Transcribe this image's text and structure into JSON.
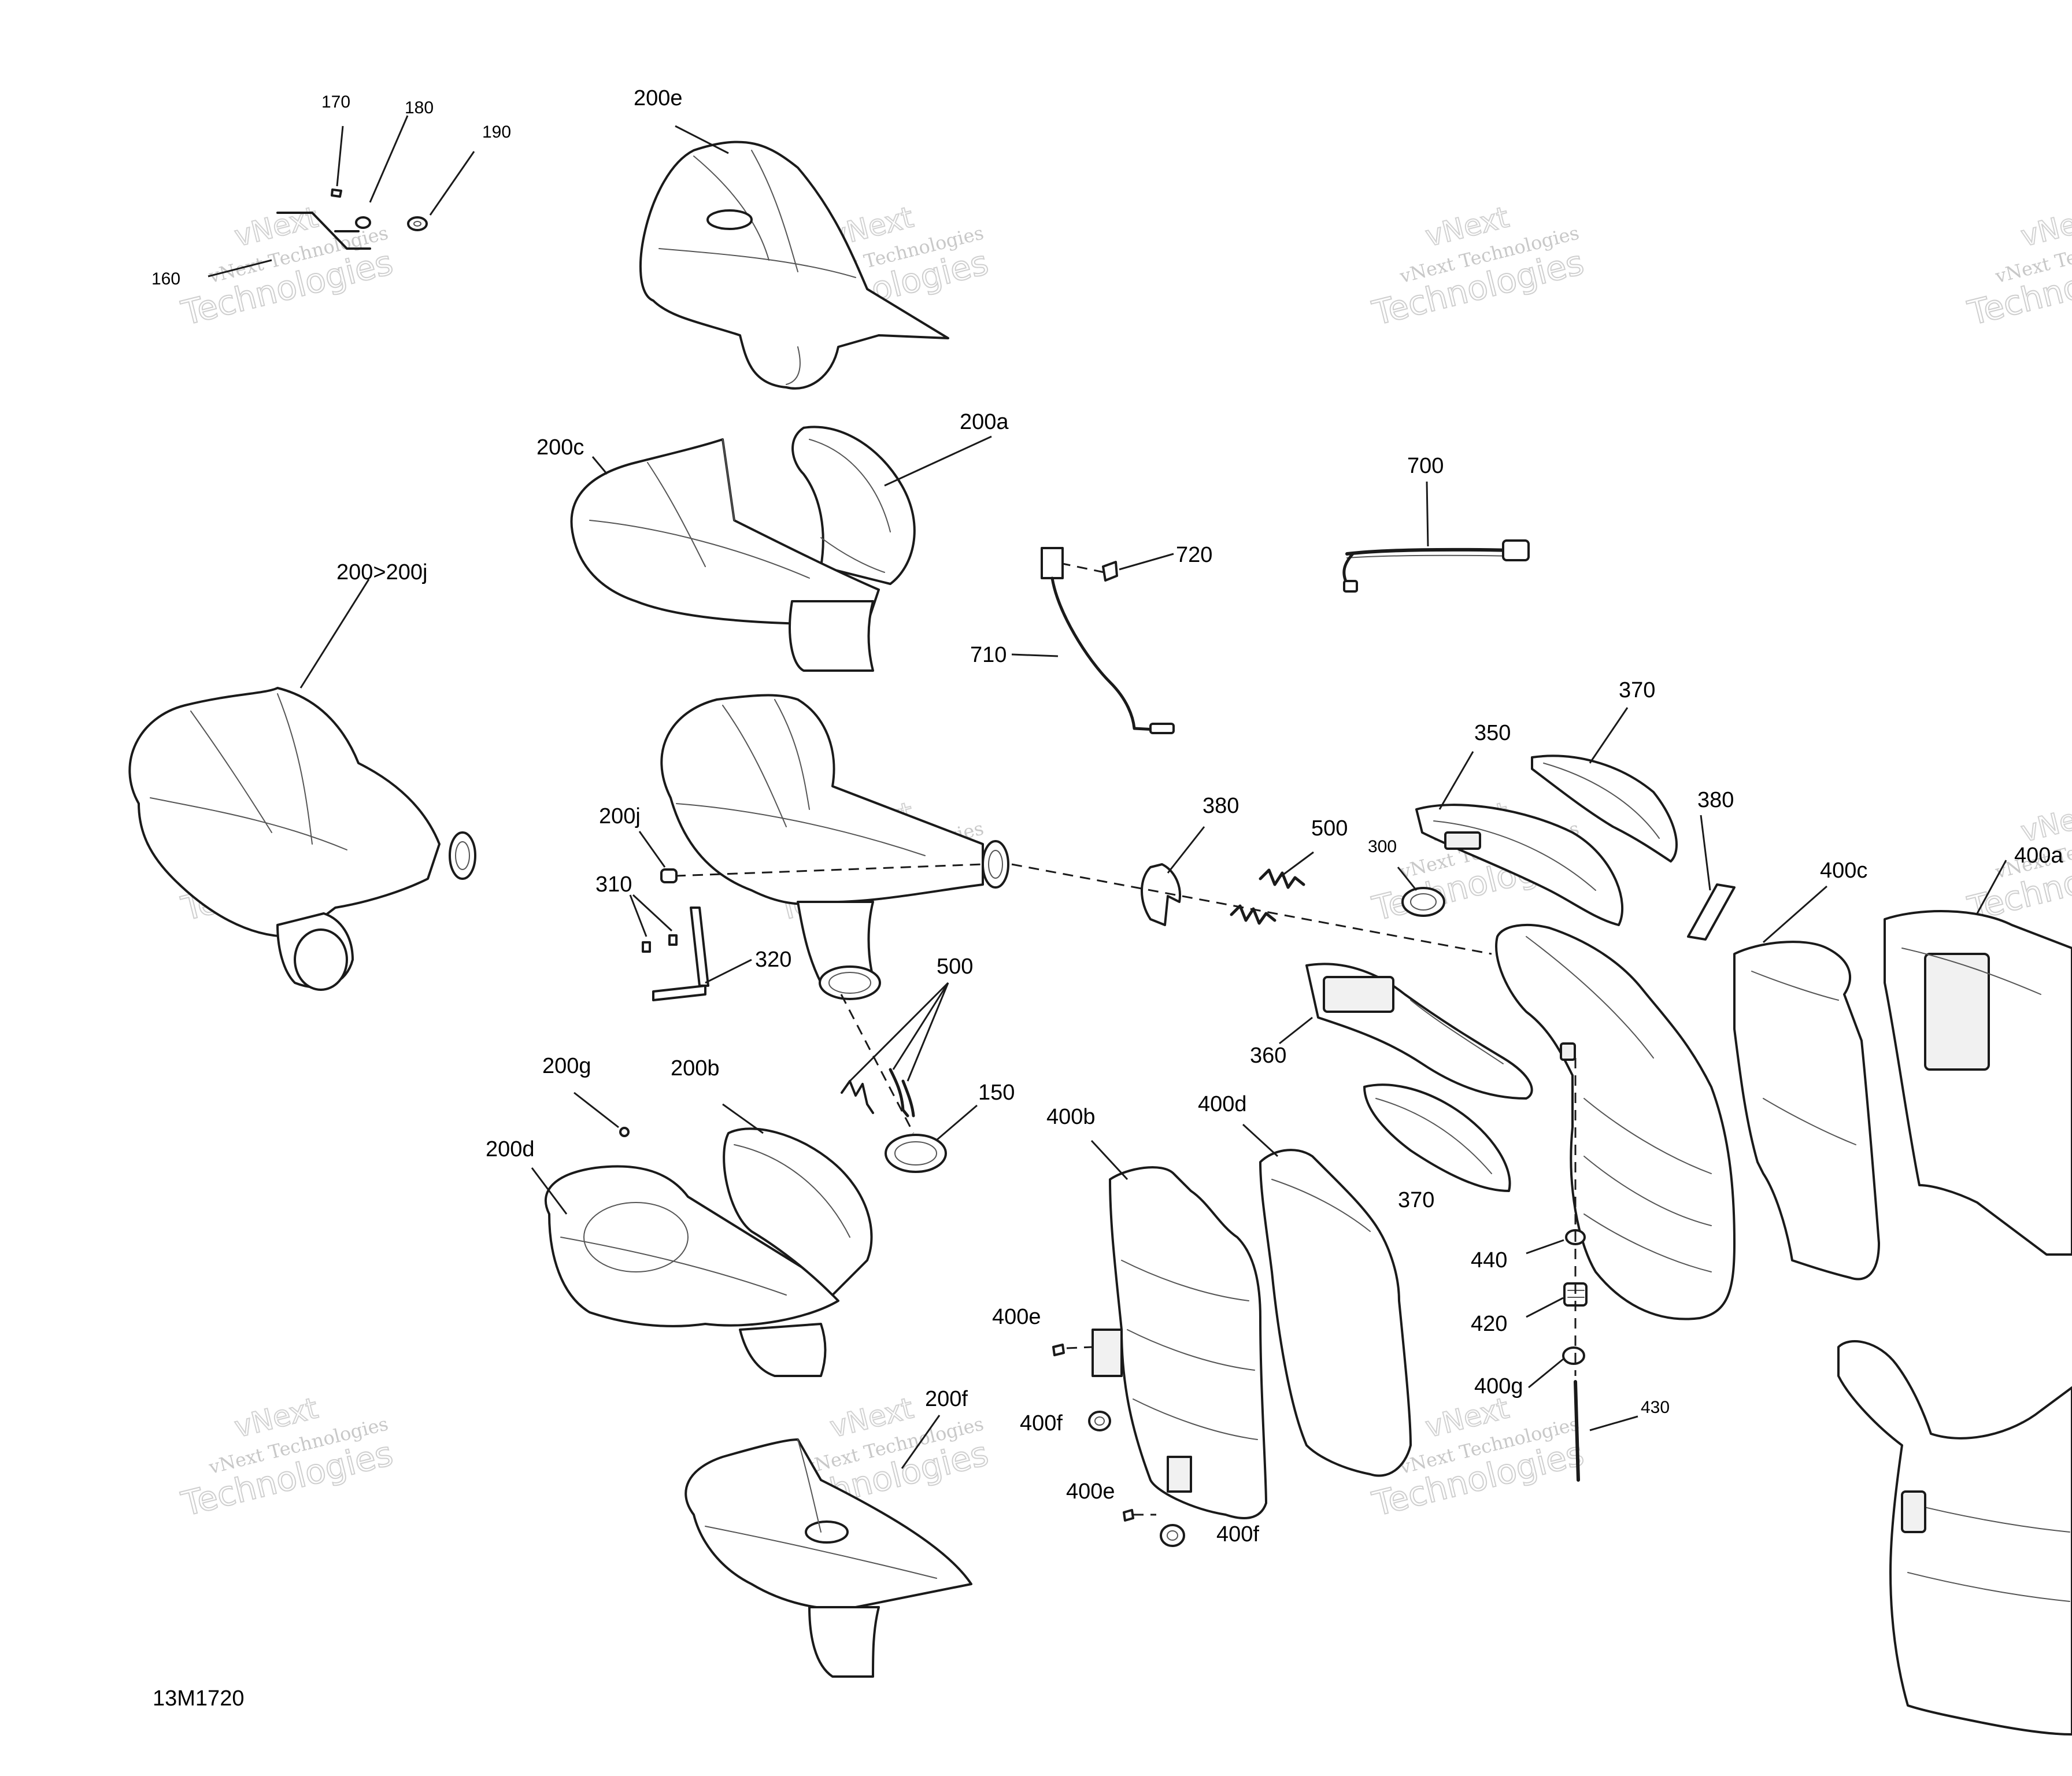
{
  "figure_code": "13M1720",
  "watermark": {
    "logo": "vNext",
    "company": "vNext Technologies",
    "big": "Technologies"
  },
  "callouts": {
    "p150": "150",
    "p160": "160",
    "p170": "170",
    "p180": "180",
    "p190": "190",
    "p200_range": "200>200j",
    "p200a": "200a",
    "p200b": "200b",
    "p200c": "200c",
    "p200d": "200d",
    "p200e": "200e",
    "p200f": "200f",
    "p200g": "200g",
    "p200j": "200j",
    "p300": "300",
    "p310": "310",
    "p320": "320",
    "p350": "350",
    "p360": "360",
    "p370": "370",
    "p380": "380",
    "p400a": "400a",
    "p400b": "400b",
    "p400c": "400c",
    "p400d": "400d",
    "p400e": "400e",
    "p400f": "400f",
    "p400g": "400g",
    "p420": "420",
    "p430": "430",
    "p440": "440",
    "p500": "500",
    "p700": "700",
    "p710": "710",
    "p720": "720"
  }
}
